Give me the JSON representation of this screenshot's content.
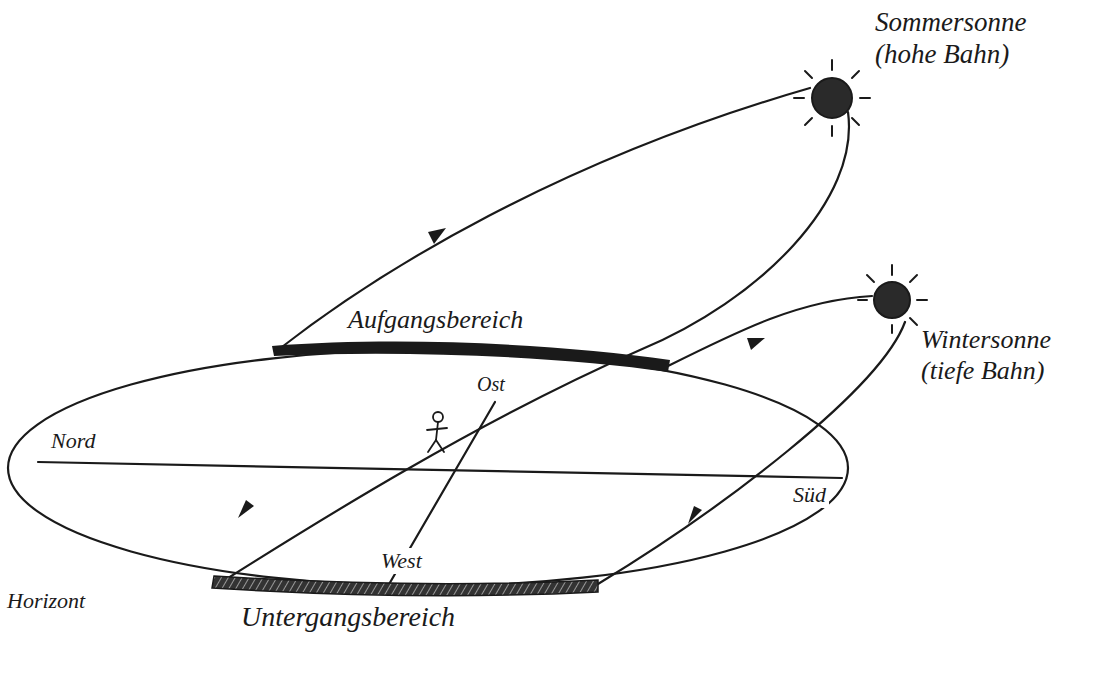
{
  "diagram": {
    "labels": [
      "Sommersonne (hohe Bahn)",
      "Aufgangsbereich",
      "Ost",
      "Wintersonne (tiefe Bahn)",
      "Nord",
      "Süd",
      "Horizont",
      "West",
      "Untergangsbereich"
    ]
  }
}
